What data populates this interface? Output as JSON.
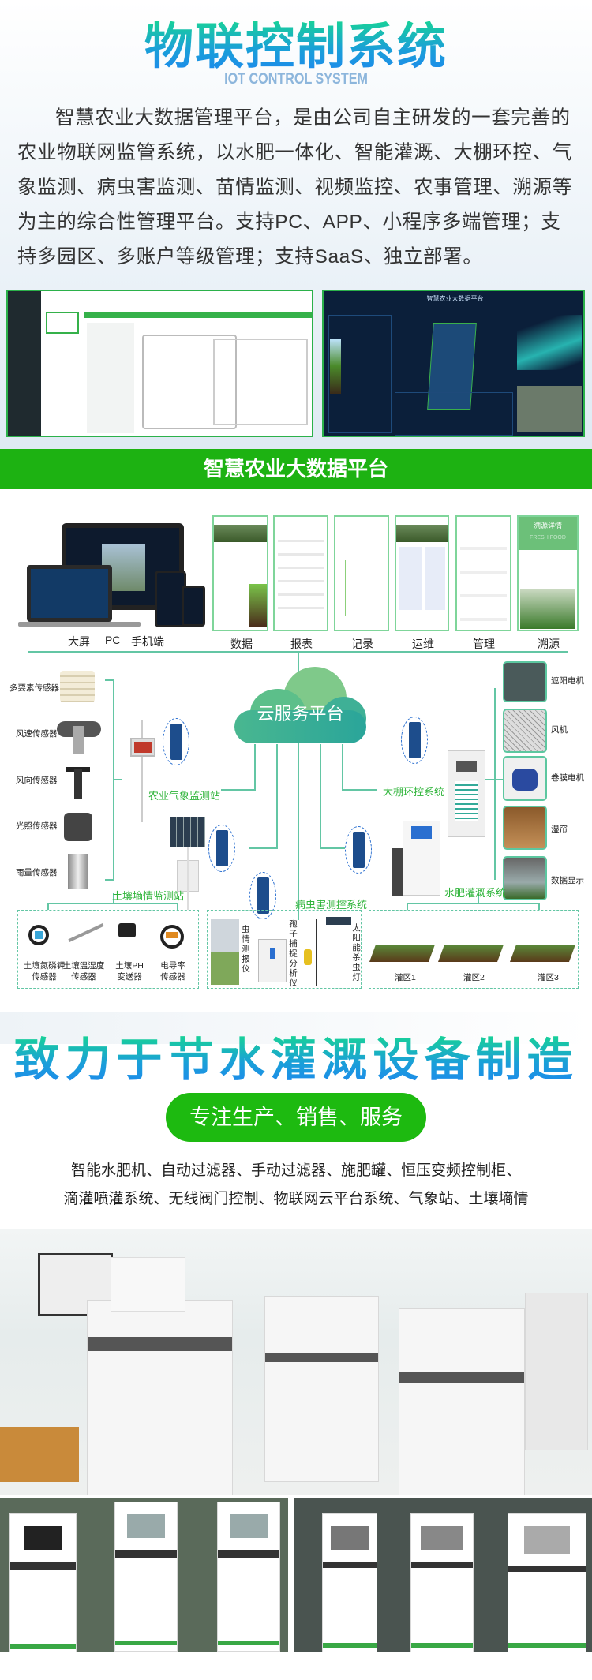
{
  "header": {
    "title": "物联控制系统",
    "subtitle": "IOT CONTROL SYSTEM",
    "description": "智慧农业大数据管理平台，是由公司自主研发的一套完善的农业物联网监管系统，以水肥一体化、智能灌溉、大棚环控、气象监测、病虫害监测、苗情监测、视频监控、农事管理、溯源等为主的综合性管理平台。支持PC、APP、小程序多端管理；支持多园区、多账户等级管理；支持SaaS、独立部署。"
  },
  "screens": {
    "dashboard_title": "智慧农业大数据平台"
  },
  "platform": {
    "banner": "智慧农业大数据平台",
    "device_labels": [
      "大屏",
      "PC",
      "手机端"
    ],
    "app_labels": [
      "数据",
      "报表",
      "记录",
      "运维",
      "管理",
      "溯源"
    ],
    "trace_title": "溯源详情",
    "trace_logo": "FRESH FOOD"
  },
  "diagram": {
    "cloud": "云服务平台",
    "sensors": [
      "多要素传感器",
      "风速传感器",
      "风向传感器",
      "光照传感器",
      "雨量传感器"
    ],
    "weather_station": "农业气象监测站",
    "soil_station": "土壤墒情监测站",
    "greenhouse": "大棚环控系统",
    "fertigation": "水肥灌溉系统",
    "pest": "病虫害测控系统",
    "greenhouse_devices": [
      "遮阳电机",
      "风机",
      "卷膜电机",
      "湿帘",
      "数据显示"
    ],
    "soil_devices": [
      {
        "l1": "土壤氮磷钾",
        "l2": "传感器"
      },
      {
        "l1": "土壤温湿度",
        "l2": "传感器"
      },
      {
        "l1": "土壤PH",
        "l2": "变送器"
      },
      {
        "l1": "电导率",
        "l2": "传感器"
      }
    ],
    "pest_devices": [
      "虫情测报仪",
      "孢子捕捉分析仪",
      "太阳能杀虫灯"
    ],
    "zones": [
      "灌区1",
      "灌区2",
      "灌区3"
    ]
  },
  "manufacturing": {
    "title": "致力于节水灌溉设备制造",
    "pill": "专注生产、销售、服务",
    "products_line1": "智能水肥机、自动过滤器、手动过滤器、施肥罐、恒压变频控制柜、",
    "products_line2": "滴灌喷灌系统、无线阀门控制、物联网云平台系统、气象站、土壤墒情"
  },
  "colors": {
    "green": "#1db212",
    "line": "#63c6a4",
    "label_green": "#2fb43a",
    "navy": "#0b1f3a"
  }
}
